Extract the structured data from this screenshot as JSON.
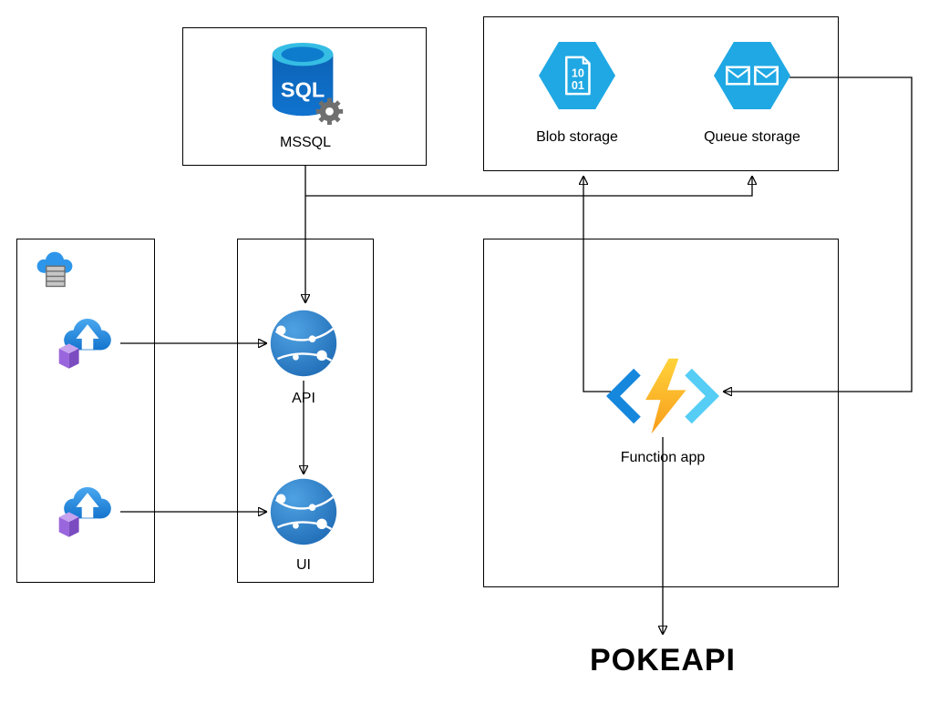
{
  "diagram": {
    "type": "azure-architecture-diagram",
    "nodes": {
      "mssql": {
        "label": "MSSQL",
        "icon": "sql-database-icon",
        "icon_text": "SQL"
      },
      "blob_storage": {
        "label": "Blob storage",
        "icon": "blob-storage-hexagon-icon",
        "digits_top": "10",
        "digits_bottom": "01"
      },
      "queue_storage": {
        "label": "Queue storage",
        "icon": "queue-storage-hexagon-icon"
      },
      "api": {
        "label": "API",
        "icon": "app-service-globe-icon"
      },
      "ui": {
        "label": "UI",
        "icon": "app-service-globe-icon"
      },
      "function_app": {
        "label": "Function app",
        "icon": "function-app-lightning-icon"
      },
      "pokeapi": {
        "label": "POKEAPI"
      },
      "deploy_top": {
        "icon": "cloud-upload-package-icon"
      },
      "deploy_bottom": {
        "icon": "cloud-upload-package-icon"
      },
      "cloud_server": {
        "icon": "cloud-server-icon"
      }
    },
    "edges": [
      {
        "from": "mssql",
        "to": "api"
      },
      {
        "from": "mssql",
        "to": "queue_storage"
      },
      {
        "from": "queue_storage",
        "to": "function_app"
      },
      {
        "from": "function_app",
        "to": "blob_storage"
      },
      {
        "from": "function_app",
        "to": "pokeapi"
      },
      {
        "from": "api",
        "to": "ui"
      },
      {
        "from": "deploy_top",
        "to": "api"
      },
      {
        "from": "deploy_bottom",
        "to": "ui"
      }
    ],
    "colors": {
      "hexagon_blue": "#1fa8e4",
      "sql_body_blue": "#0f66bb",
      "sql_top_cyan": "#35bde4",
      "bolt_yellow": "#ffd33a",
      "bolt_orange": "#f89c1b",
      "bracket_left_blue": "#1587dd",
      "bracket_right_cyan": "#55cdf4",
      "globe_blue": "#2a7fd4",
      "cloud_blue": "#2e96ea",
      "cube_purple": "#9a66dd",
      "line_black": "#000000"
    }
  }
}
